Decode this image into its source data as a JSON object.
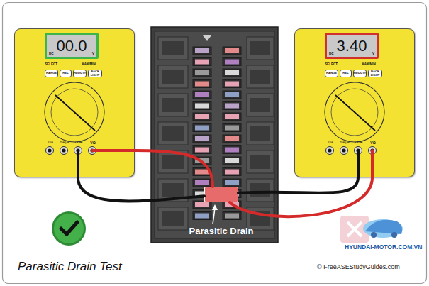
{
  "diagram": {
    "title": "Parasitic Drain Test",
    "nodes": [
      {
        "text": [
          "SELECT",
          "MAX/MIN",
          "10A",
          "mA/µA",
          "COM",
          "VΩ"
        ]
      },
      {
        "text": [
          "00.0",
          "DC",
          "V"
        ],
        "in": 0
      },
      {
        "text": [
          "RANGE"
        ],
        "in": 0
      },
      {
        "text": [
          "REL"
        ],
        "in": 0
      },
      {
        "text": [
          "Hz/DUTY"
        ],
        "in": 0
      },
      {
        "text": [
          "BACK LIGHT"
        ],
        "in": 0
      },
      {
        "text": [
          "SELECT",
          "MAX/MIN",
          "10A",
          "mA/µA",
          "COM",
          "VΩ"
        ]
      },
      {
        "text": [
          "3.40",
          "DC",
          "V"
        ],
        "in": 6
      },
      {
        "text": [
          "RANGE"
        ],
        "in": 6
      },
      {
        "text": [
          "REL"
        ],
        "in": 6
      },
      {
        "text": [
          "Hz/DUTY"
        ],
        "in": 6
      },
      {
        "text": [
          "BACK LIGHT"
        ],
        "in": 6
      },
      {
        "text": [
          "Parasitic Drain"
        ]
      }
    ],
    "edges": [
      {
        "from": 0,
        "to": 12,
        "arrow": "none"
      },
      {
        "from": 0,
        "to": 12,
        "arrow": "none"
      },
      {
        "from": 6,
        "to": 12,
        "arrow": "none"
      },
      {
        "from": 6,
        "to": 12,
        "arrow": "none"
      }
    ],
    "labels": [
      "© FreeASEStudyGuides.com",
      "HYUNDAI-MOTOR.COM.VN"
    ]
  }
}
